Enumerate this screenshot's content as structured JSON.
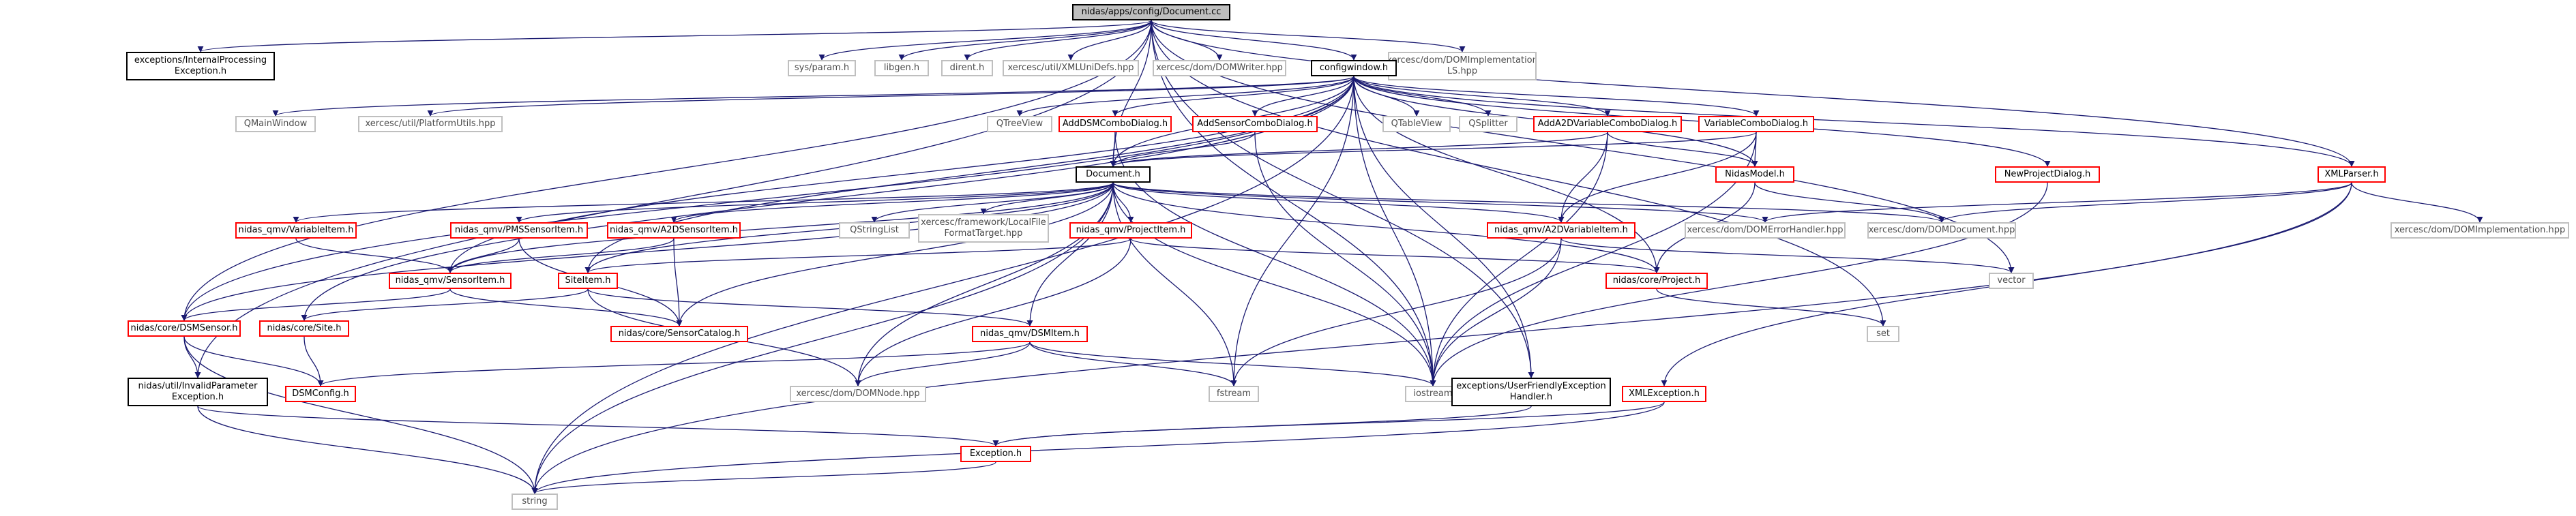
{
  "colors": {
    "edge": "#191970",
    "main_fill": "#bfbfbf",
    "linked_border": "#ff0000",
    "documented_border": "#000000",
    "external_border": "#bfbfbf"
  },
  "nodes": {
    "main": "nidas/apps/config/Document.cc",
    "internal_processing_exc": "exceptions/InternalProcessing\nException.h",
    "sys_param": "sys/param.h",
    "libgen": "libgen.h",
    "dirent": "dirent.h",
    "xmlunidefs": "xercesc/util/XMLUniDefs.hpp",
    "domwriter": "xercesc/dom/DOMWriter.hpp",
    "domimpl_ls": "xercesc/dom/DOMImplementation\nLS.hpp",
    "configwindow": "configwindow.h",
    "qmainwindow": "QMainWindow",
    "platformutils": "xercesc/util/PlatformUtils.hpp",
    "qtreeview": "QTreeView",
    "adddsmcombo": "AddDSMComboDialog.h",
    "addsensorcombo": "AddSensorComboDialog.h",
    "qtableview": "QTableView",
    "qsplitter": "QSplitter",
    "adda2dvar": "AddA2DVariableComboDialog.h",
    "variablecombo": "VariableComboDialog.h",
    "newproject": "NewProjectDialog.h",
    "xmlparser": "XMLParser.h",
    "document": "Document.h",
    "nidasmodel": "NidasModel.h",
    "variableitem": "nidas_qmv/VariableItem.h",
    "pmssensoritem": "nidas_qmv/PMSSensorItem.h",
    "a2dsensoritem": "nidas_qmv/A2DSensorItem.h",
    "qstringlist": "QStringList",
    "localfileformat": "xercesc/framework/LocalFile\nFormatTarget.hpp",
    "projectitem": "nidas_qmv/ProjectItem.h",
    "a2dvariableitem": "nidas_qmv/A2DVariableItem.h",
    "domerrorhandler": "xercesc/dom/DOMErrorHandler.hpp",
    "domdocument": "xercesc/dom/DOMDocument.hpp",
    "domimplementation": "xercesc/dom/DOMImplementation.hpp",
    "sensoritem": "nidas_qmv/SensorItem.h",
    "siteitem": "SiteItem.h",
    "project": "nidas/core/Project.h",
    "vector": "vector",
    "set": "set",
    "dsmsensor": "nidas/core/DSMSensor.h",
    "site": "nidas/core/Site.h",
    "sensorcatalog": "nidas/core/SensorCatalog.h",
    "dsmitem": "nidas_qmv/DSMItem.h",
    "iostream": "iostream",
    "userfriendly": "exceptions/UserFriendlyException\nHandler.h",
    "xmlexception": "XMLException.h",
    "invalidparam": "nidas/util/InvalidParameter\nException.h",
    "dsmconfig": "DSMConfig.h",
    "domnode": "xercesc/dom/DOMNode.hpp",
    "fstream": "fstream",
    "exception": "Exception.h",
    "string": "string"
  }
}
